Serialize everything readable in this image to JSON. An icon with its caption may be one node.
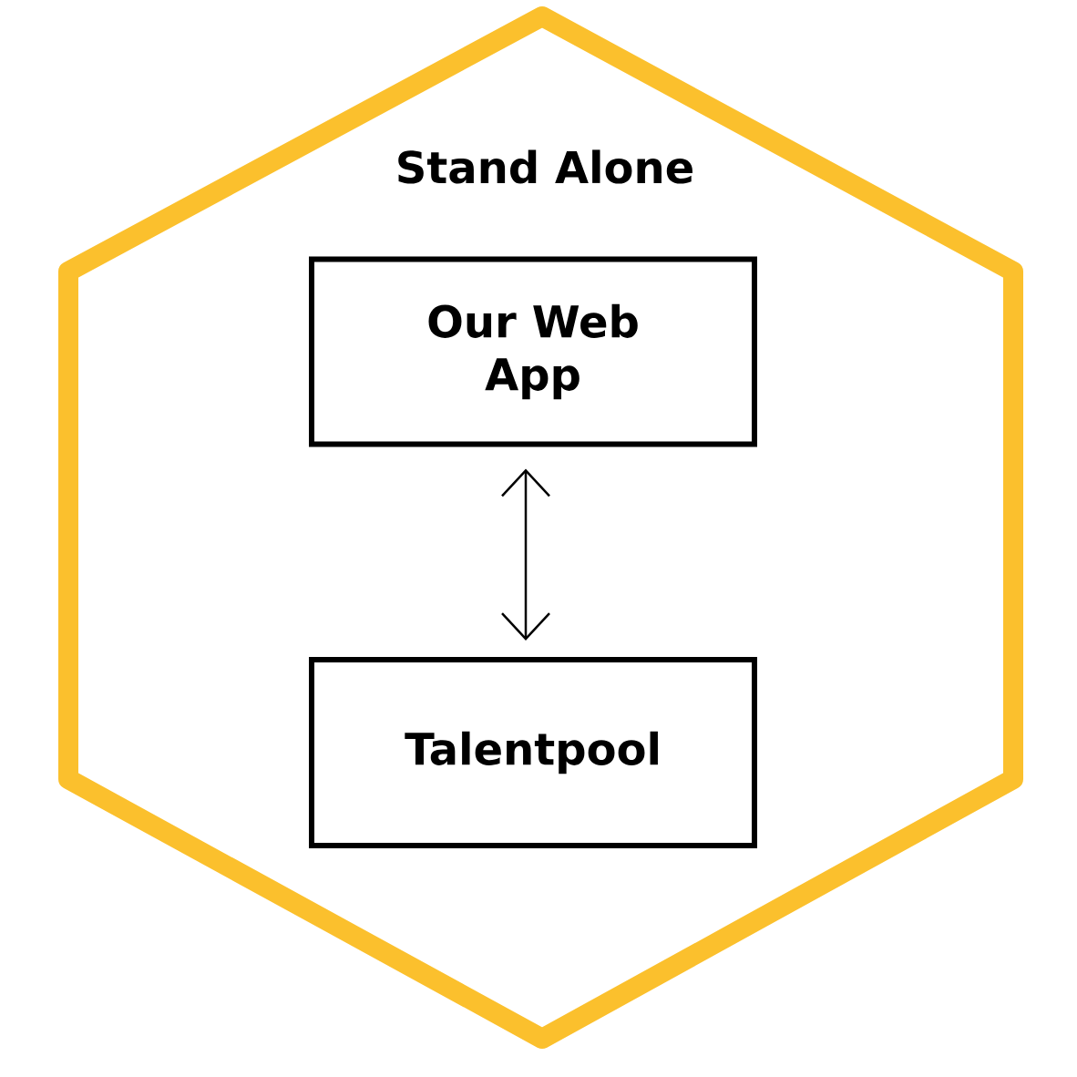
{
  "diagram": {
    "nodes": [
      {
        "text": [
          "Stand Alone"
        ]
      },
      {
        "text": [
          "Our Web App"
        ],
        "in": 0
      },
      {
        "text": [
          "Talentpool"
        ],
        "in": 0
      }
    ],
    "edges": [
      {
        "from": 1,
        "to": 2,
        "arrow": "both"
      }
    ]
  }
}
